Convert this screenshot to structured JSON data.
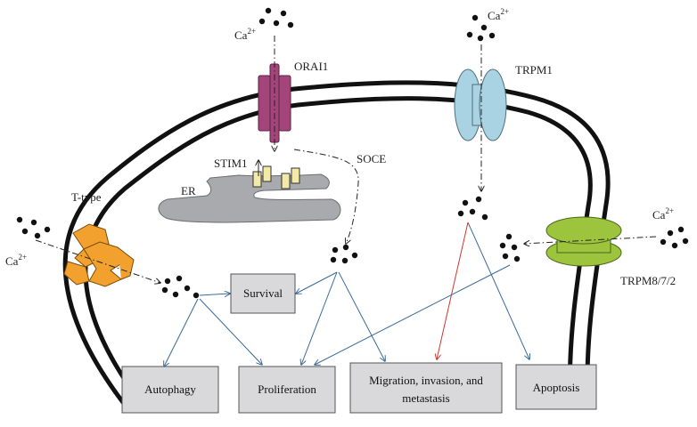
{
  "labels": {
    "ca_top_left": "Ca",
    "ca_top_right": "Ca",
    "ca_left": "Ca",
    "ca_right": "Ca",
    "ca_superscript": "2+",
    "orai1": "ORAI1",
    "trpm1": "TRPM1",
    "stim1": "STIM1",
    "soce": "SOCE",
    "er": "ER",
    "t_type": "T-type",
    "trpm872": "TRPM8/7/2"
  },
  "boxes": {
    "survival": "Survival",
    "autophagy": "Autophagy",
    "proliferation": "Proliferation",
    "migration_line1": "Migration, invasion, and",
    "migration_line2": "metastasis",
    "apoptosis": "Apoptosis"
  },
  "colors": {
    "membrane": "#111111",
    "orai1": "#a3447a",
    "trpm1": "#a9d3e3",
    "stim1": "#f2eaa6",
    "er": "#a8aaae",
    "t_type": "#f2a12e",
    "trpm872": "#9cc43c",
    "box_fill": "#d9d9dc",
    "arrow_blue": "#3a6a9a",
    "arrow_red": "#d0342c"
  }
}
